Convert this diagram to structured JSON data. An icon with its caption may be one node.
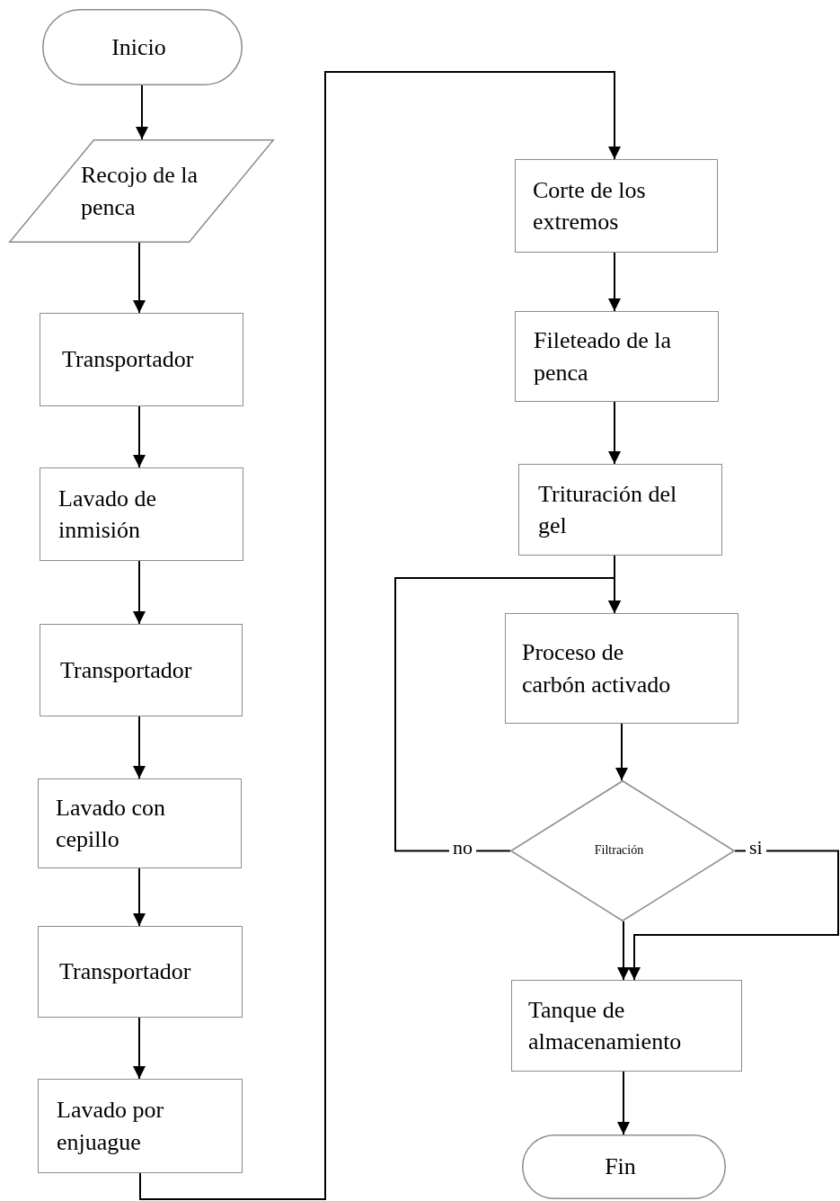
{
  "diagram": {
    "nodes": [
      {
        "text": [
          "Inicio"
        ]
      },
      {
        "text": [
          "Recojo de la penca"
        ]
      },
      {
        "text": [
          "Transportador"
        ]
      },
      {
        "text": [
          "Lavado de inmisión"
        ]
      },
      {
        "text": [
          "Transportador"
        ]
      },
      {
        "text": [
          "Lavado con cepillo"
        ]
      },
      {
        "text": [
          "Transportador"
        ]
      },
      {
        "text": [
          "Lavado por enjuague"
        ]
      },
      {
        "text": [
          "Corte de los extremos"
        ]
      },
      {
        "text": [
          "Fileteado de la penca"
        ]
      },
      {
        "text": [
          "Trituración del gel"
        ]
      },
      {
        "text": [
          "Proceso de carbón activado"
        ]
      },
      {
        "text": [
          "Filtración"
        ]
      },
      {
        "text": [
          "Tanque de almacenamiento"
        ]
      },
      {
        "text": [
          "Fin"
        ]
      }
    ],
    "edges": [
      {
        "from": 0,
        "to": 1,
        "arrow": "to"
      },
      {
        "from": 1,
        "to": 2,
        "arrow": "to"
      },
      {
        "from": 2,
        "to": 3,
        "arrow": "to"
      },
      {
        "from": 3,
        "to": 4,
        "arrow": "to"
      },
      {
        "from": 4,
        "to": 5,
        "arrow": "to"
      },
      {
        "from": 5,
        "to": 6,
        "arrow": "to"
      },
      {
        "from": 6,
        "to": 7,
        "arrow": "to"
      },
      {
        "from": 7,
        "to": 8,
        "arrow": "to"
      },
      {
        "from": 8,
        "to": 9,
        "arrow": "to"
      },
      {
        "from": 9,
        "to": 10,
        "arrow": "to"
      },
      {
        "from": 10,
        "to": 11,
        "arrow": "to"
      },
      {
        "from": 11,
        "to": 12,
        "arrow": "to"
      },
      {
        "from": 12,
        "to": 11,
        "arrow": "to",
        "label": "no"
      },
      {
        "from": 12,
        "to": 13,
        "arrow": "to",
        "label": "si"
      },
      {
        "from": 12,
        "to": 13,
        "arrow": "to"
      },
      {
        "from": 13,
        "to": 14,
        "arrow": "to"
      }
    ]
  }
}
